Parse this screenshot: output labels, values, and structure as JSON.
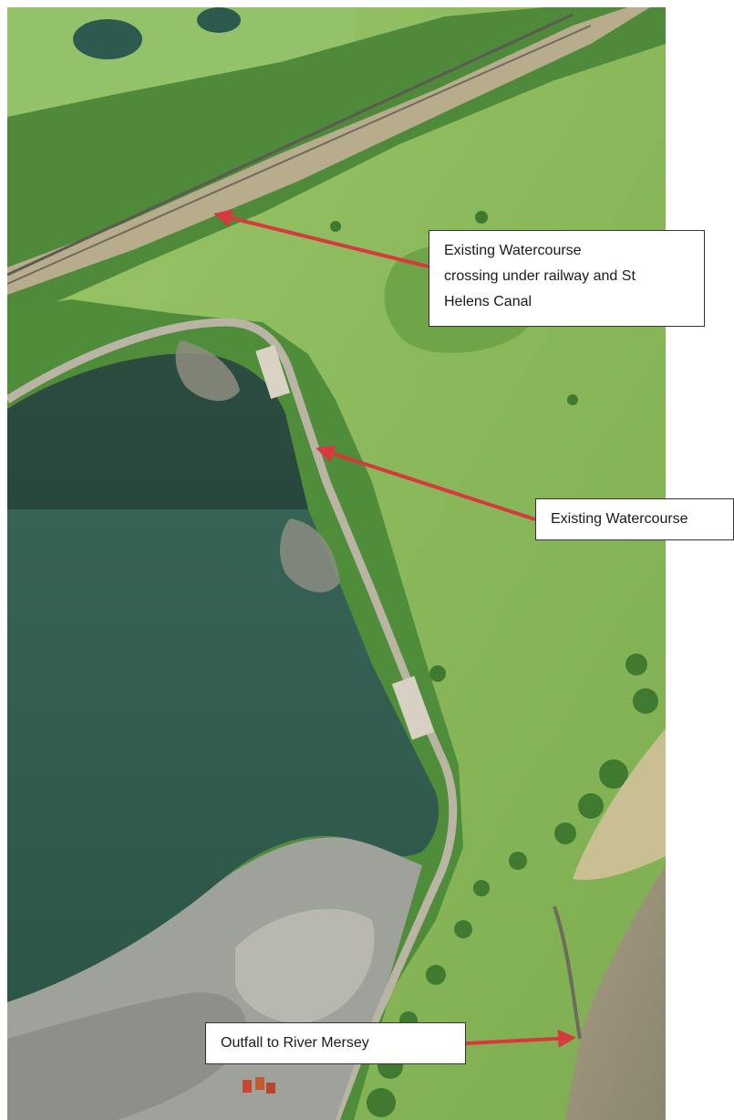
{
  "annotations": {
    "railway_crossing": {
      "line1": "Existing Watercourse",
      "line2": "crossing under railway and St",
      "line3": "Helens Canal"
    },
    "watercourse": {
      "label": "Existing Watercourse"
    },
    "outfall": {
      "label": "Outfall to River Mersey"
    }
  },
  "colors": {
    "arrow": "#d6393e",
    "grassland": "#8fba5c",
    "lagoon": "#2f5447",
    "river": "#9c9377",
    "tree_cover": "#3f7a30"
  }
}
